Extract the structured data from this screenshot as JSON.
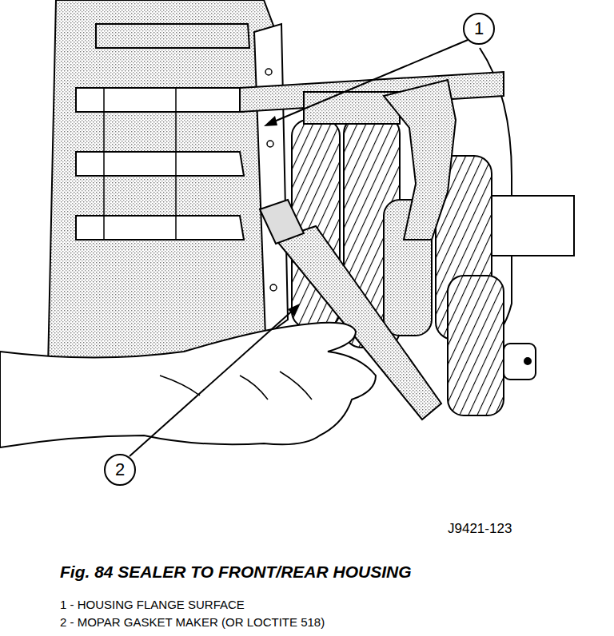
{
  "diagram": {
    "caption": "Fig. 84 SEALER TO FRONT/REAR HOUSING",
    "nodes": [
      {
        "text": [
          "1"
        ]
      },
      {
        "text": [
          "2"
        ]
      }
    ],
    "labels": [
      "J9421-123",
      "1 - HOUSING FLANGE SURFACE",
      "2 - MOPAR GASKET MAKER (OR LOCTITE 518)"
    ]
  }
}
